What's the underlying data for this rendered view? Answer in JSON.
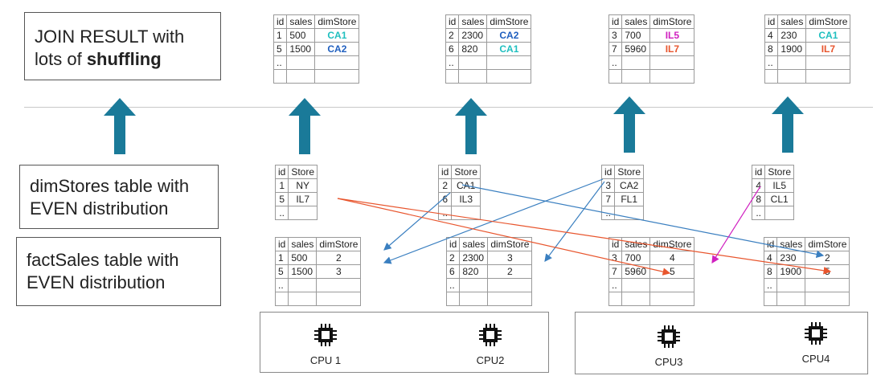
{
  "labels": {
    "join_result_line1": "JOIN RESULT with",
    "join_result_line2_pre": "lots of ",
    "join_result_line2_bold": "shuffling",
    "dimstores_line1": "dimStores table with",
    "dimstores_line2": "EVEN distribution",
    "factsales_line1": "factSales table with",
    "factsales_line2": "EVEN distribution"
  },
  "result_headers": [
    "id",
    "sales",
    "dimStore"
  ],
  "result_tables": [
    {
      "rows": [
        [
          "1",
          "500",
          "CA1"
        ],
        [
          "5",
          "1500",
          "CA2"
        ],
        [
          "..",
          "",
          ""
        ]
      ],
      "colors": [
        "#1fbfbf",
        "#1f5fbf"
      ]
    },
    {
      "rows": [
        [
          "2",
          "2300",
          "CA2"
        ],
        [
          "6",
          "820",
          "CA1"
        ],
        [
          "..",
          "",
          ""
        ]
      ],
      "colors": [
        "#1f5fbf",
        "#1fbfbf"
      ]
    },
    {
      "rows": [
        [
          "3",
          "700",
          "IL5"
        ],
        [
          "7",
          "5960",
          "IL7"
        ],
        [
          "..",
          "",
          ""
        ]
      ],
      "colors": [
        "#d020c0",
        "#e8552d"
      ]
    },
    {
      "rows": [
        [
          "4",
          "230",
          "CA1"
        ],
        [
          "8",
          "1900",
          "IL7"
        ],
        [
          "..",
          "",
          ""
        ]
      ],
      "colors": [
        "#1fbfbf",
        "#e8552d"
      ]
    }
  ],
  "dim_headers": [
    "id",
    "Store"
  ],
  "dim_tables": [
    {
      "rows": [
        [
          "1",
          "NY"
        ],
        [
          "5",
          "IL7"
        ],
        [
          "..",
          ""
        ]
      ]
    },
    {
      "rows": [
        [
          "2",
          "CA1"
        ],
        [
          "6",
          "IL3"
        ],
        [
          "..",
          ""
        ]
      ]
    },
    {
      "rows": [
        [
          "3",
          "CA2"
        ],
        [
          "7",
          "FL1"
        ],
        [
          "..",
          ""
        ]
      ]
    },
    {
      "rows": [
        [
          "4",
          "IL5"
        ],
        [
          "8",
          "CL1"
        ],
        [
          "..",
          ""
        ]
      ]
    }
  ],
  "fact_headers": [
    "id",
    "sales",
    "dimStore"
  ],
  "fact_tables": [
    {
      "rows": [
        [
          "1",
          "500",
          "2"
        ],
        [
          "5",
          "1500",
          "3"
        ],
        [
          "..",
          "",
          ""
        ]
      ]
    },
    {
      "rows": [
        [
          "2",
          "2300",
          "3"
        ],
        [
          "6",
          "820",
          "2"
        ],
        [
          "..",
          "",
          ""
        ]
      ]
    },
    {
      "rows": [
        [
          "3",
          "700",
          "4"
        ],
        [
          "7",
          "5960",
          "5"
        ],
        [
          "..",
          "",
          ""
        ]
      ]
    },
    {
      "rows": [
        [
          "4",
          "230",
          "2"
        ],
        [
          "8",
          "1900",
          "5"
        ],
        [
          "..",
          "",
          ""
        ]
      ]
    }
  ],
  "cpus": [
    "CPU 1",
    "CPU2",
    "CPU3",
    "CPU4"
  ],
  "colors": {
    "arrow_teal": "#1a7a99",
    "line_blue": "#3a7fc0",
    "line_red": "#e8552d",
    "line_magenta": "#d020c0"
  }
}
